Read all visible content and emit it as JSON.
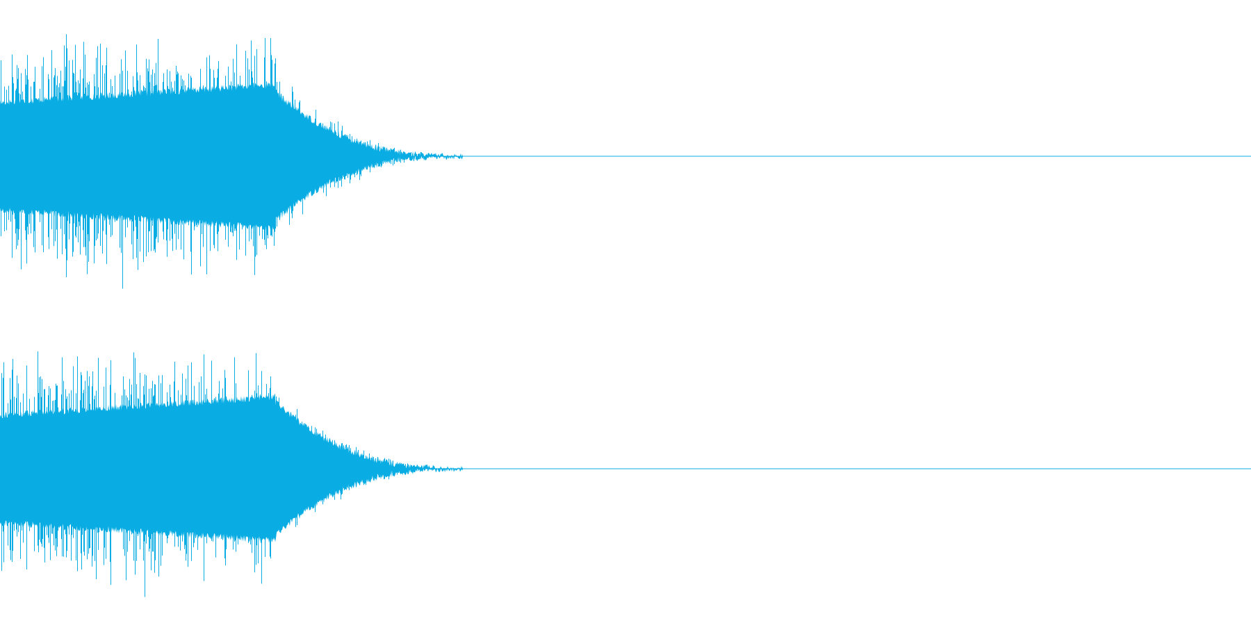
{
  "waveform": {
    "color": "#0AADE3",
    "background": "#FFFFFF",
    "channels": [
      {
        "name": "",
        "peak": 0.98,
        "sustain_level": 0.48,
        "attack_end_fraction": 0.005,
        "sustain_end_fraction": 0.22,
        "tail_end_fraction": 0.37,
        "silence_after_fraction": 0.37
      },
      {
        "name": "",
        "peak": 0.97,
        "sustain_level": 0.5,
        "attack_end_fraction": 0.005,
        "sustain_end_fraction": 0.22,
        "tail_end_fraction": 0.37,
        "silence_after_fraction": 0.37
      }
    ]
  }
}
